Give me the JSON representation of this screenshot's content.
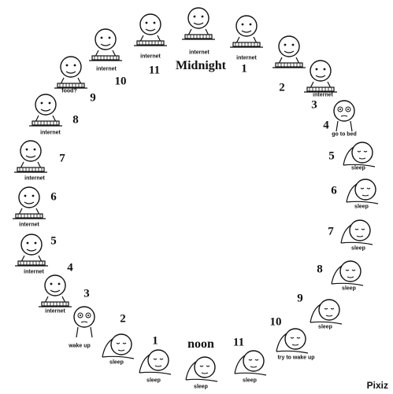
{
  "labels": {
    "midnight": "Midnight",
    "noon": "noon",
    "watermark": "Pixiz"
  },
  "hours": [
    "1",
    "2",
    "3",
    "4",
    "5",
    "6",
    "7",
    "8",
    "9",
    "10",
    "11",
    "1",
    "2",
    "3",
    "4",
    "5",
    "6",
    "7",
    "8",
    "9",
    "10",
    "11"
  ],
  "captions": {
    "food": "food?",
    "internet": "internet",
    "go_to_bed": "go to bed",
    "sleep": "sleep",
    "try_to_wake_up": "try to wake up",
    "wake_up": "wake up"
  }
}
